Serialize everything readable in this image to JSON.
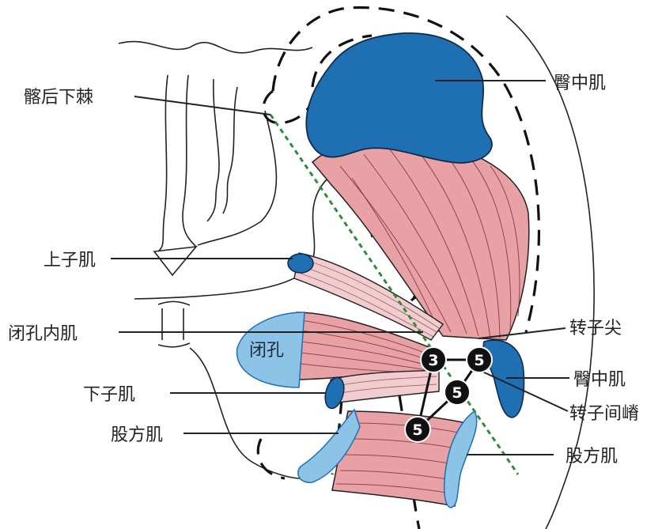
{
  "labels": {
    "ischial_spine": "髂后下棘",
    "gluteus_medius_top": "臀中肌",
    "superior_gemellus": "上子肌",
    "obturator_internus": "闭孔内肌",
    "greater_trochanter_tip": "转子尖",
    "gluteus_medius_right": "臀中肌",
    "inferior_gemellus": "下子肌",
    "intertrochanteric_crest": "转子间嵴",
    "quadratus_femoris_left": "股方肌",
    "quadratus_femoris_right": "股方肌",
    "obturator_foramen": "闭孔"
  },
  "badges": [
    "3",
    "5",
    "5",
    "5"
  ],
  "colors": {
    "muscle_pink": "#e8a2a6",
    "muscle_light": "#f2cdd0",
    "tendon_blue": "#1f6fb3",
    "light_blue": "#8cc3e6",
    "guide_green": "#2e8b3e",
    "badge_black": "#111111"
  }
}
